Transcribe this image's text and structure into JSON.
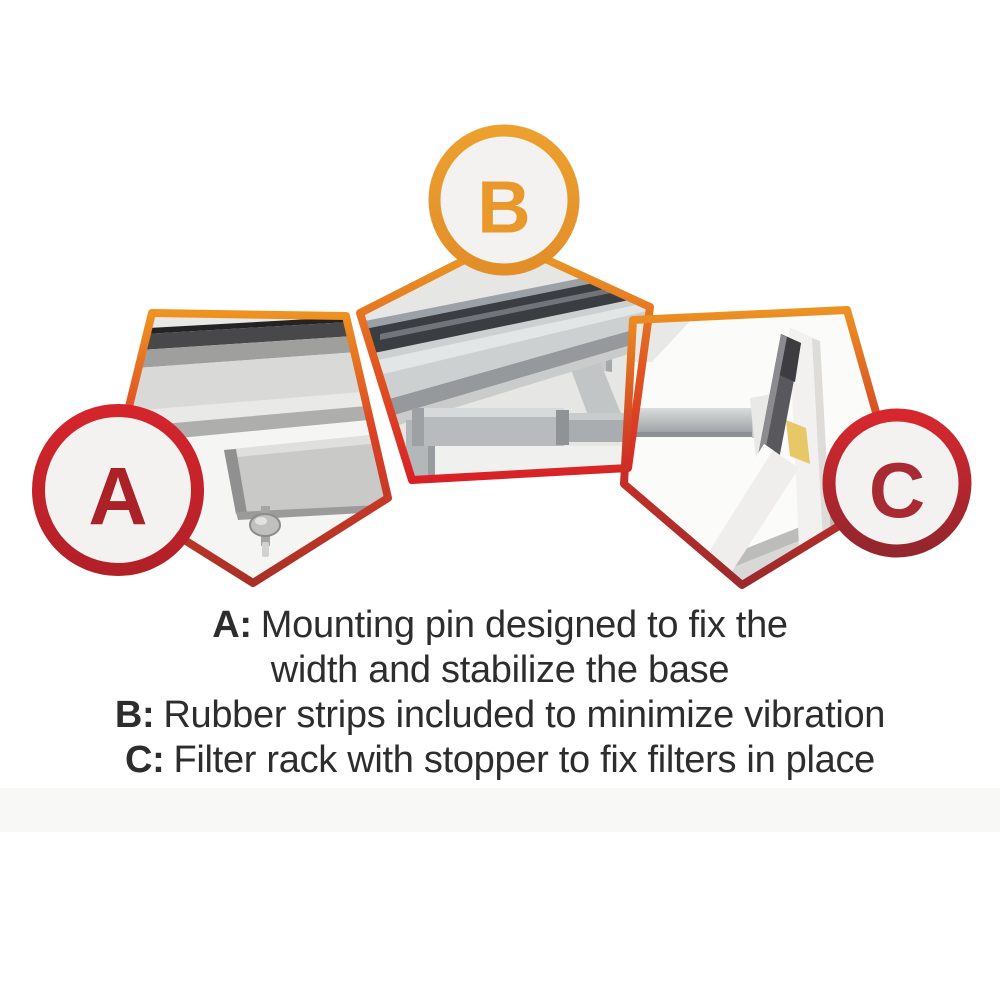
{
  "figure": {
    "background": "#ffffff",
    "accents": {
      "orange": "#E9992D",
      "red": "#CB2128",
      "dark_red": "#9E2A2B",
      "text": "#2d2d2d"
    },
    "badges": [
      {
        "label": "A",
        "letter_color": "#AA2127",
        "ring_top": "#D4252C",
        "ring_bottom": "#B22028",
        "photo": "mounting-pin-closeup"
      },
      {
        "label": "B",
        "letter_color": "#E9992C",
        "ring_top": "#ECA02E",
        "ring_bottom": "#E28E29",
        "photo": "rubber-strip-closeup"
      },
      {
        "label": "C",
        "letter_color": "#A82A32",
        "ring_top": "#D7272E",
        "ring_bottom": "#93262E",
        "photo": "filter-rack-closeup"
      }
    ],
    "captions": [
      {
        "prefix": "A:",
        "text": "Mounting pin designed to fix the"
      },
      {
        "prefix": "",
        "text": "width and stabilize the base"
      },
      {
        "prefix": "B:",
        "text": "Rubber strips included to minimize vibration"
      },
      {
        "prefix": "C:",
        "text": "Filter rack with stopper to fix filters in place"
      }
    ]
  }
}
